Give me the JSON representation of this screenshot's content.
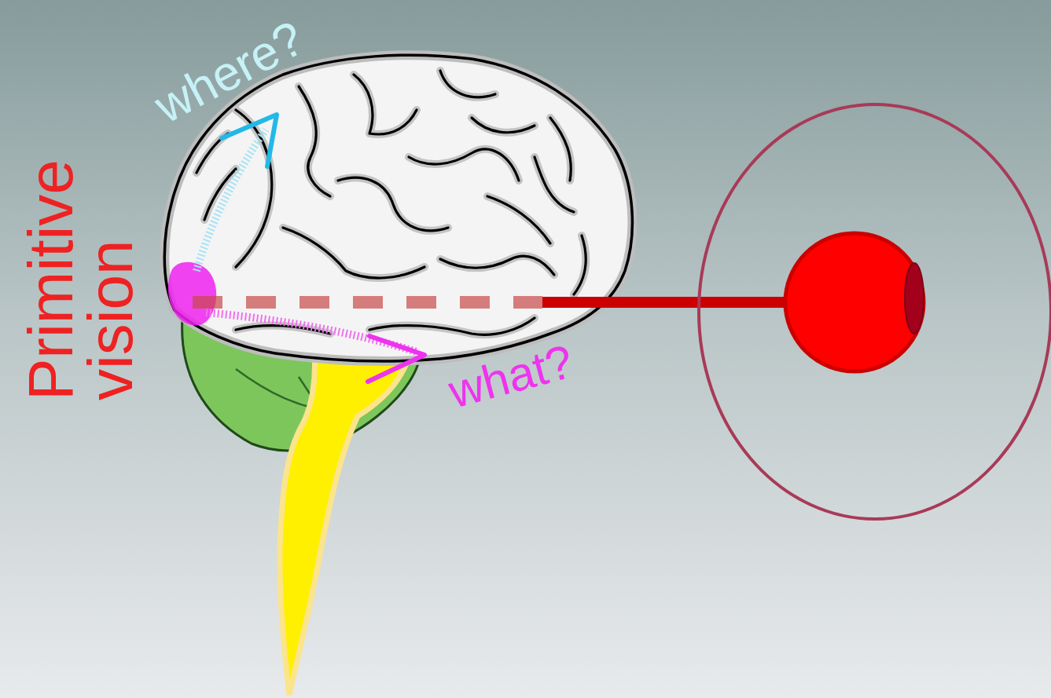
{
  "diagram": {
    "labels": [
      "Primitive vision",
      "where?",
      "what?"
    ]
  }
}
